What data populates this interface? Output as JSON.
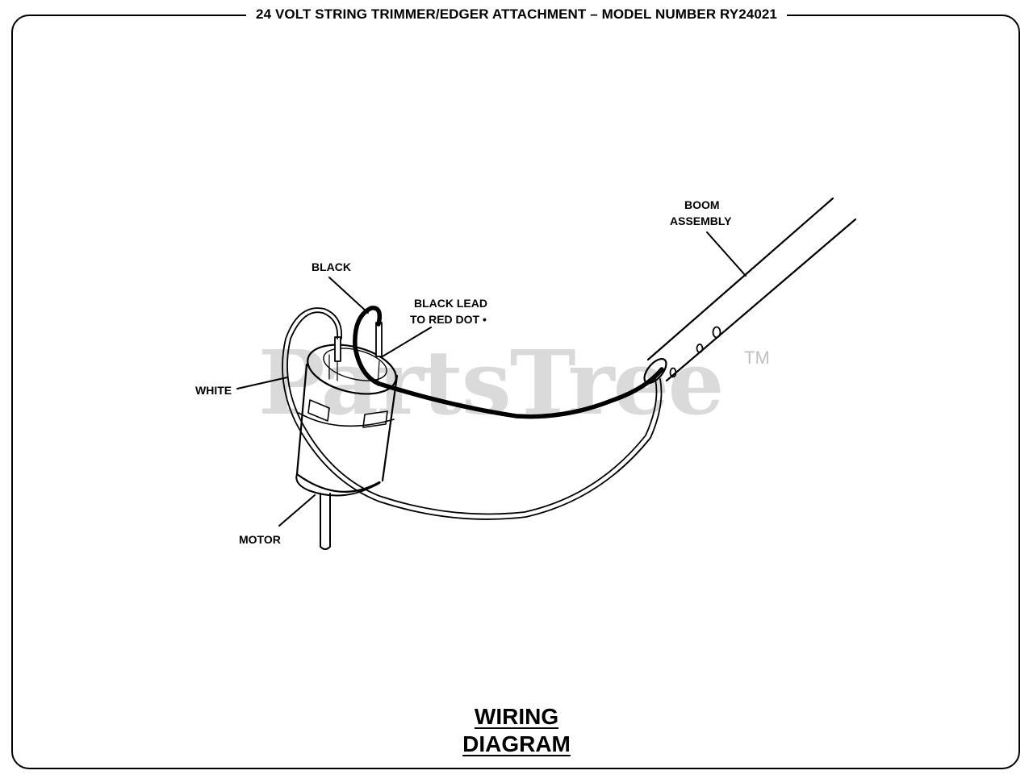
{
  "header": {
    "title": "24 VOLT STRING TRIMMER/EDGER ATTACHMENT – MODEL NUMBER RY24021"
  },
  "labels": {
    "black": "BLACK",
    "black_lead_line1": "BLACK LEAD",
    "black_lead_line2": "TO RED DOT •",
    "boom_line1": "BOOM",
    "boom_line2": "ASSEMBLY",
    "white": "WHITE",
    "motor": "MOTOR"
  },
  "caption": "WIRING DIAGRAM",
  "watermark": {
    "text": "PartsTree",
    "tm": "TM"
  }
}
